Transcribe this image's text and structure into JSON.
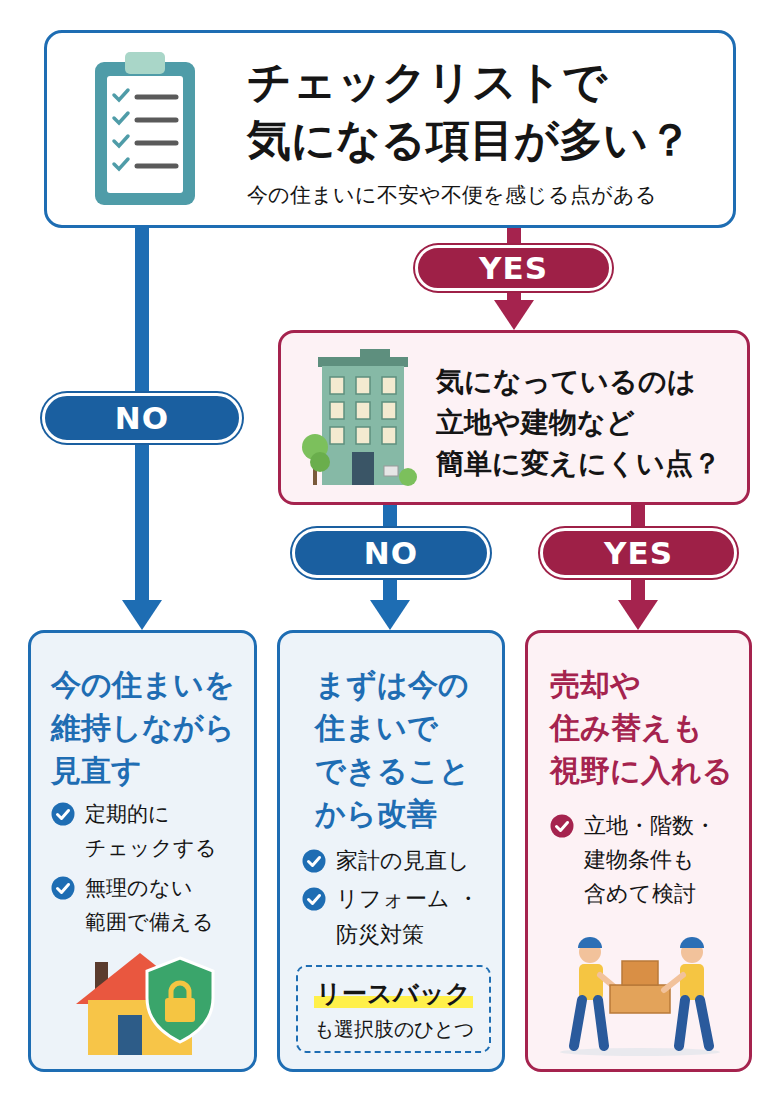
{
  "diagram": {
    "nodes": [
      {
        "text": [
          "チェックリストで 気になる項目が多い？",
          "今の住まいに不安や不便を感じる点がある"
        ]
      },
      {
        "text": [
          "気になっているのは 立地や建物など 簡単に変えにくい点？"
        ]
      },
      {
        "text": [
          "今の住まいを 維持しながら 見直す",
          "定期的に チェックする",
          "無理のない 範囲で備える"
        ]
      },
      {
        "text": [
          "まずは今の 住まいで できること から改善",
          "家計の見直し",
          "リフォーム ・防災対策"
        ]
      },
      {
        "text": [
          "リースバック",
          "も選択肢のひとつ"
        ],
        "in": 3
      },
      {
        "text": [
          "売却や 住み替えも 視野に入れる",
          "立地・階数・ 建物条件も 含めて検討"
        ]
      }
    ],
    "edges": [
      {
        "from": 0,
        "to": 2,
        "arrow": "to",
        "label": "NO"
      },
      {
        "from": 0,
        "to": 1,
        "arrow": "to",
        "label": "YES"
      },
      {
        "from": 1,
        "to": 3,
        "arrow": "to",
        "label": "NO"
      },
      {
        "from": 1,
        "to": 5,
        "arrow": "to",
        "label": "YES"
      }
    ]
  }
}
